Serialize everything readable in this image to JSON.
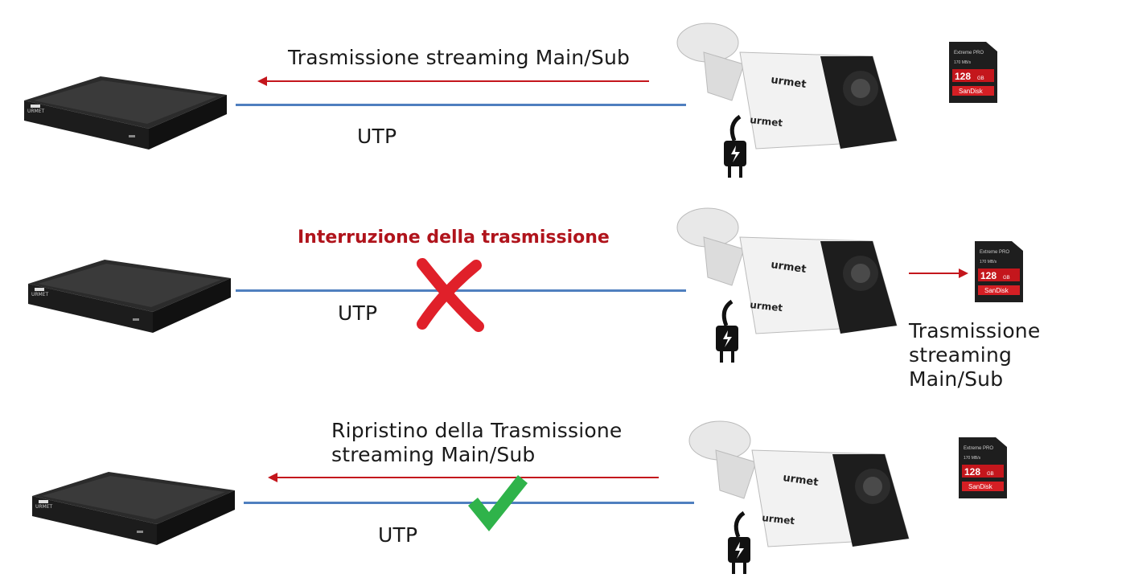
{
  "rows": [
    {
      "top_label": "Trasmissione streaming Main/Sub",
      "cable_label": "UTP",
      "nvr_brand": "URMET",
      "camera_brand": "urmet",
      "sd": {
        "line1": "Extreme PRO",
        "speed": "170 MB/s",
        "capacity": "128",
        "unit": "GB",
        "brand": "SanDisk"
      }
    },
    {
      "interrupt_label": "Interruzione della trasmissione",
      "cable_label": "UTP",
      "nvr_brand": "URMET",
      "camera_brand": "urmet",
      "side_label_lines": [
        "Trasmissione",
        "streaming",
        "Main/Sub"
      ],
      "sd": {
        "line1": "Extreme PRO",
        "speed": "170 MB/s",
        "capacity": "128",
        "unit": "GB",
        "brand": "SanDisk"
      }
    },
    {
      "top_label_lines": [
        "Ripristino della Trasmissione",
        "streaming Main/Sub"
      ],
      "cable_label": "UTP",
      "nvr_brand": "URMET",
      "camera_brand": "urmet",
      "sd": {
        "line1": "Extreme PRO",
        "speed": "170 MB/s",
        "capacity": "128",
        "unit": "GB",
        "brand": "SanDisk"
      }
    }
  ],
  "colors": {
    "utp_line": "#4f7fbf",
    "arrow": "#c4161c",
    "interrupt_text": "#b0141c",
    "cross": "#e0202a",
    "check": "#2fb34a"
  },
  "icons": {
    "nvr": "nvr-recorder-icon",
    "camera": "bullet-camera-icon",
    "plug": "power-plug-icon",
    "sd": "sd-card-icon",
    "cross": "cross-mark-icon",
    "check": "check-mark-icon"
  }
}
